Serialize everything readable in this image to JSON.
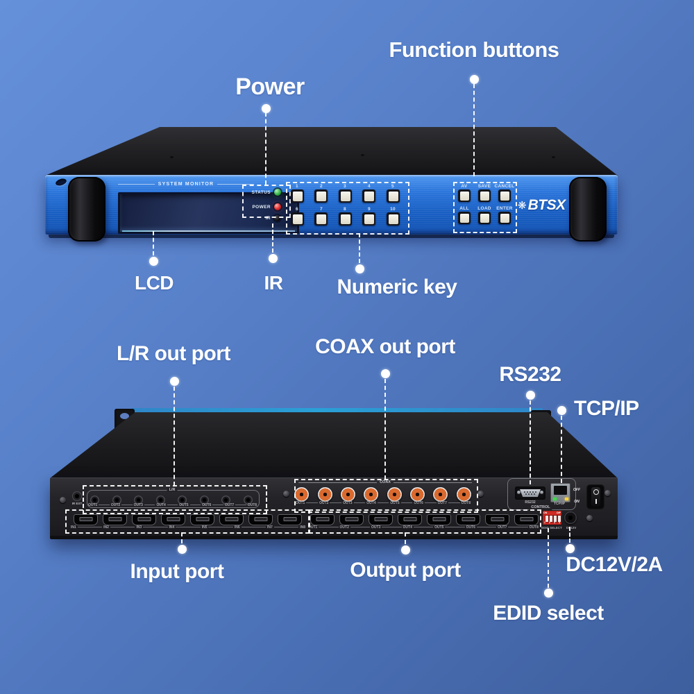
{
  "title": "8x8 HDMI matrix switcher annotated front and rear panels",
  "colors": {
    "background_top": "#6590da",
    "background_bottom": "#3e5f9e",
    "faceplate_blue": "#1f67cd",
    "status_led_green": "#35b345",
    "power_led_red": "#e02828",
    "coax_orange": "#d96a2f",
    "dip_red": "#cf2b24",
    "callout_text": "#ffffff"
  },
  "front": {
    "callouts": {
      "power": "Power",
      "function_buttons": "Function buttons",
      "lcd": "LCD",
      "ir": "IR",
      "numeric_key": "Numeric key"
    },
    "panel": {
      "display_title": "SYSTEM MONITOR",
      "indicators": [
        "STATUS",
        "POWER",
        "IR"
      ],
      "numeric_keys": [
        "1",
        "2",
        "3",
        "4",
        "5",
        "6",
        "7",
        "8",
        "9",
        "10"
      ],
      "function_keys": [
        "AV",
        "SAVE",
        "CANCEL",
        "ALL",
        "LOAD",
        "ENTER"
      ],
      "brand": "BTSX",
      "brand_mark": "❋"
    }
  },
  "rear": {
    "callouts": {
      "lr_out": "L/R out port",
      "coax_out": "COAX out port",
      "rs232": "RS232",
      "tcpip": "TCP/IP",
      "input": "Input port",
      "output": "Output port",
      "dc": "DC12V/2A",
      "edid": "EDID select"
    },
    "panel": {
      "ir_ext": "IR EXT",
      "lr_group": "L/R",
      "lr_ports": [
        "OUT1",
        "OUT2",
        "OUT3",
        "OUT4",
        "OUT5",
        "OUT6",
        "OUT7",
        "OUT8"
      ],
      "coax_group": "COAX",
      "coax_ports": [
        "OUT1",
        "OUT2",
        "OUT3",
        "OUT4",
        "OUT5",
        "OUT6",
        "OUT7",
        "OUT8"
      ],
      "hdmi_in": [
        "IN1",
        "IN2",
        "IN3",
        "IN4",
        "IN5",
        "IN6",
        "IN7",
        "IN8"
      ],
      "hdmi_out": [
        "OUT1",
        "OUT2",
        "OUT3",
        "OUT4",
        "OUT5",
        "OUT6",
        "OUT7",
        "OUT8"
      ],
      "control_group": "CONTROL",
      "rs232": "RS232",
      "tcpip": "TCP/IP",
      "power_off": "OFF",
      "power_on": "ON",
      "dip_on": "ON",
      "dip_dip": "DIP",
      "dip_1": "1",
      "dip_2": "2",
      "dip_3": "3",
      "dip_4": "4",
      "edid_select": "EDID SELECT",
      "dc12v": "DC12V"
    }
  }
}
